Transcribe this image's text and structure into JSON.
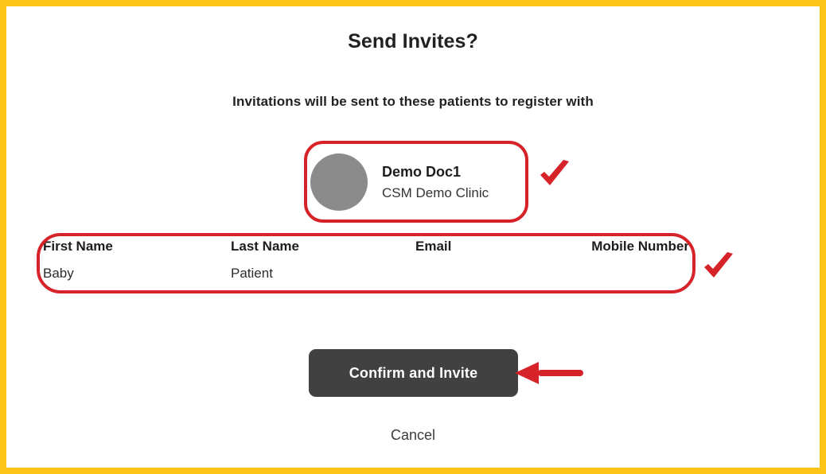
{
  "frame": {
    "border_color": "#fbc417"
  },
  "dialog": {
    "title": "Send Invites?",
    "subtitle": "Invitations will be sent to these patients to register with"
  },
  "doctor": {
    "name": "Demo Doc1",
    "clinic": "CSM Demo Clinic",
    "avatar_color": "#8b8b8b",
    "avatar_icon": "avatar-placeholder-icon"
  },
  "patients_table": {
    "columns": [
      "First Name",
      "Last Name",
      "Email",
      "Mobile Number"
    ],
    "rows": [
      {
        "first_name": "Baby",
        "last_name": "Patient",
        "email": "",
        "mobile_number": ""
      }
    ]
  },
  "actions": {
    "confirm_label": "Confirm and Invite",
    "confirm_color": "#414141",
    "cancel_label": "Cancel"
  },
  "annotations": {
    "color": "#d62229",
    "doctor_check_icon": "check-mark-icon",
    "table_check_icon": "check-mark-icon",
    "confirm_arrow_icon": "arrow-left-icon"
  }
}
